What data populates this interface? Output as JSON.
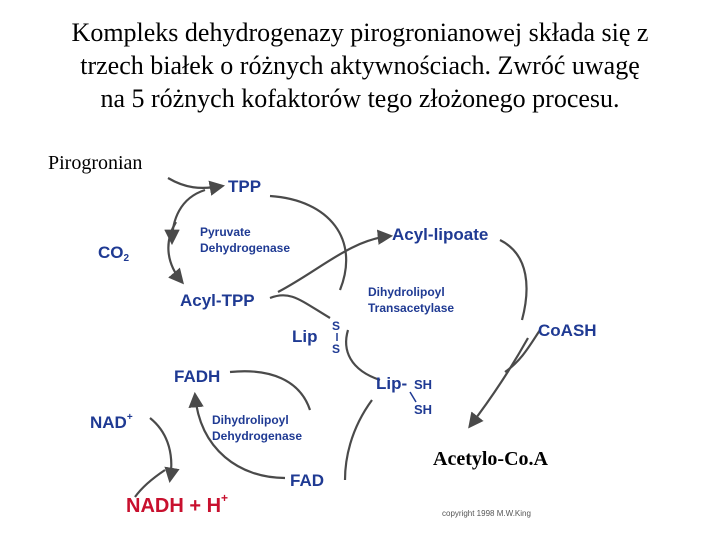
{
  "title": {
    "line1": "Kompleks dehydrogenazy pirogronianowej składa się z",
    "line2": "trzech białek o różnych aktywnościach. Zwróć uwagę",
    "line3": "na 5 różnych  kofaktorów tego złożonego procesu."
  },
  "labels": {
    "start": "Pirogronian",
    "end": "Acetylo-Co.A"
  },
  "diagram": {
    "tpp": "TPP",
    "co2": "CO",
    "co2_sub": "2",
    "acyl_tpp": "Acyl-TPP",
    "enzyme1_line1": "Pyruvate",
    "enzyme1_line2": "Dehydrogenase",
    "acyl_lipoate": "Acyl-lipoate",
    "enzyme2_line1": "Dihydrolipoyl",
    "enzyme2_line2": "Transacetylase",
    "coash": "CoASH",
    "lip_s": "Lip",
    "s_top": "S",
    "s_bottom": "S",
    "lip_sh": "Lip-",
    "sh_top": "SH",
    "sh_bottom": "SH",
    "fadh": "FADH",
    "nad": "NAD",
    "nad_sup": "+",
    "enzyme3_line1": "Dihydrolipoyl",
    "enzyme3_line2": "Dehydrogenase",
    "fad": "FAD",
    "nadh": "NADH + H",
    "nadh_sup": "+",
    "copyright": "copyright 1998 M.W.King"
  },
  "colors": {
    "arrow": "#4a4a4a",
    "text_blue": "#1f3a93",
    "text_red": "#c8102e"
  }
}
